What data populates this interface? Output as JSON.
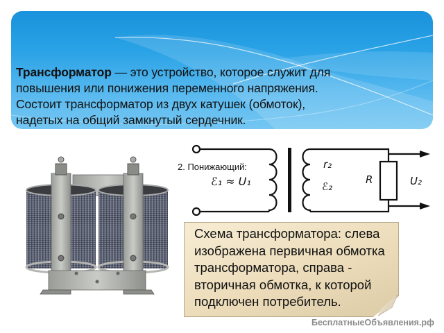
{
  "banner": {
    "term": "Трансформатор",
    "definition": " — это устройство, которое служит для повышения или понижения переменного напряжения. Состоит трансформатор из двух катушек (обмоток), надетых на общий замкнутый сердечник.",
    "lines": [
      " — это устройство, которое служит для",
      "повышения или понижения переменного напряжения.",
      "Состоит трансформатор из двух катушек (обмоток),",
      "надетых на общий замкнутый сердечник."
    ],
    "colors": {
      "top": "#1a92dc",
      "bottom": "#74c6f2"
    }
  },
  "photo": {
    "alt": "transformer-photo",
    "description": "Two-coil transformer on a metal frame"
  },
  "circuit": {
    "label": "2. Понижающий:",
    "formula": "ℰ₁ ≈ U₁",
    "r2": "r₂",
    "e2": "ℰ₂",
    "R": "R",
    "U2": "U₂"
  },
  "note": {
    "text": "Схема трансформатора: слева изображена первичная обмотка трансформатора, справа - вторичная обмотка, к которой подключен потребитель.",
    "lines": [
      "Схема трансформатора: слева",
      "изображена первичная обмотка",
      "трансформатора, справа -",
      "вторичная обмотка, к которой",
      "подключен потребитель."
    ],
    "color": "#ecdcba"
  },
  "watermark": "БесплатныеОбъявления.рф"
}
